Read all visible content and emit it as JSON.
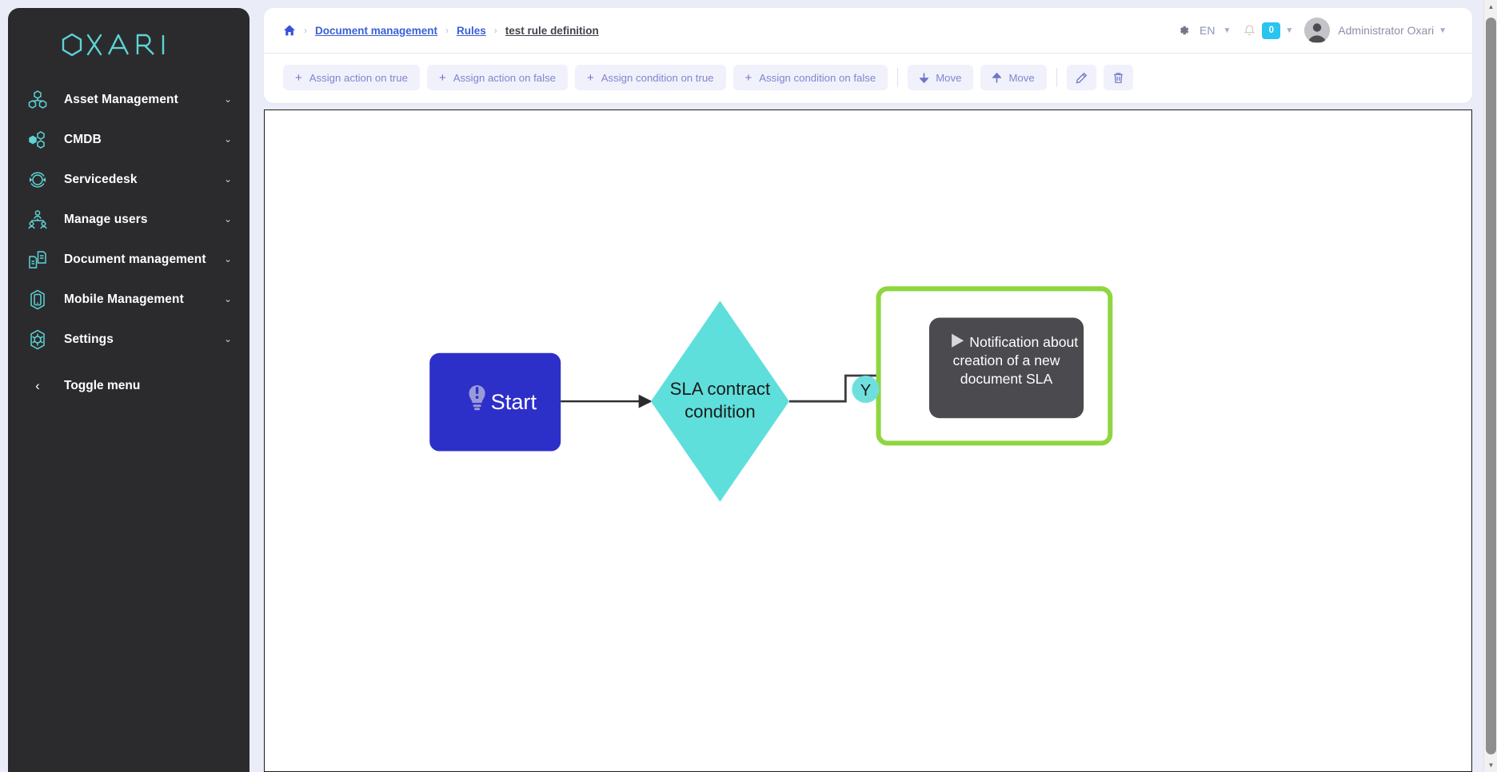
{
  "app": {
    "logo_text": "OXARI"
  },
  "sidebar": {
    "items": [
      {
        "label": "Asset Management",
        "icon": "asset-management-icon"
      },
      {
        "label": "CMDB",
        "icon": "cmdb-icon"
      },
      {
        "label": "Servicedesk",
        "icon": "servicedesk-icon"
      },
      {
        "label": "Manage users",
        "icon": "manage-users-icon"
      },
      {
        "label": "Document management",
        "icon": "document-management-icon"
      },
      {
        "label": "Mobile Management",
        "icon": "mobile-management-icon"
      },
      {
        "label": "Settings",
        "icon": "settings-gear-icon"
      }
    ],
    "caret": "⌄",
    "toggle": {
      "label": "Toggle menu",
      "chevron": "‹"
    }
  },
  "topbar": {
    "breadcrumb": {
      "home_icon": "home-icon",
      "separator": "›",
      "links": [
        "Document management",
        "Rules"
      ],
      "current": "test rule definition"
    },
    "gear_icon": "gear-icon",
    "language": "EN",
    "caret": "▼",
    "bell_icon": "bell-icon",
    "notification_count": "0",
    "user_name": "Administrator Oxari",
    "avatar_icon": "user-avatar-icon"
  },
  "toolbar": {
    "buttons": [
      {
        "label": "Assign action on true",
        "icon": "plus-icon"
      },
      {
        "label": "Assign action on false",
        "icon": "plus-icon"
      },
      {
        "label": "Assign condition on true",
        "icon": "plus-icon"
      },
      {
        "label": "Assign condition on false",
        "icon": "plus-icon"
      }
    ],
    "move_down": {
      "label": "Move",
      "icon": "arrow-down-icon"
    },
    "move_up": {
      "label": "Move",
      "icon": "arrow-up-icon"
    },
    "edit_icon": "pencil-icon",
    "delete_icon": "trash-icon"
  },
  "diagram": {
    "nodes": {
      "start": {
        "label": "Start",
        "icon": "lightbulb-alert-icon",
        "color": "#2d2fc9"
      },
      "condition": {
        "label_line1": "SLA contract",
        "label_line2": "condition",
        "color": "#5fdfdc"
      },
      "action": {
        "label_line1": "Notification about",
        "label_line2": "creation of a new",
        "label_line3": "document SLA",
        "icon": "play-triangle-icon",
        "color": "#4a4a4f",
        "highlight_color": "#8ed63f"
      }
    },
    "edge_label_yes": "Y"
  },
  "colors": {
    "page_bg": "#eaecf7",
    "sidebar_bg": "#2b2b2e",
    "accent_teal": "#5ed4d4",
    "link_blue": "#3b60d8",
    "badge_cyan": "#29c4ef",
    "toolbar_btn_bg": "#f0f1fb",
    "toolbar_btn_fg": "#8186cf"
  }
}
